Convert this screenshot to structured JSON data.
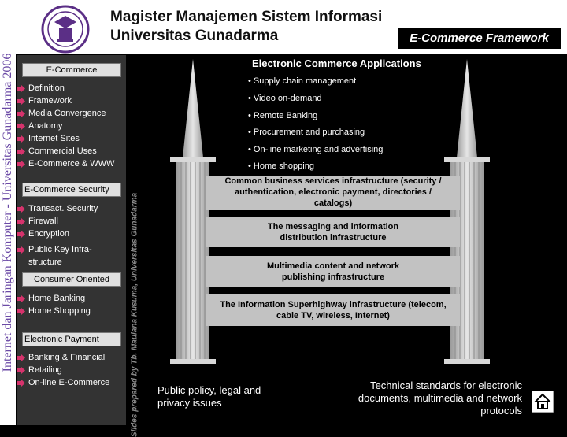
{
  "side_banner": "Internet dan Jaringan Komputer - Universitas Gunadarma 2006",
  "header": {
    "title_line1": "Magister Manajemen Sistem Informasi",
    "title_line2": "Universitas Gunadarma",
    "tag": "E-Commerce Framework"
  },
  "left_nav": {
    "section1": "E-Commerce",
    "items1": [
      "Definition",
      "Framework",
      "Media Convergence",
      "Anatomy",
      "Internet Sites",
      "Commercial Uses",
      "E-Commerce & WWW"
    ],
    "section2": "E-Commerce Security",
    "items2": [
      "Transact. Security",
      "Firewall",
      "Encryption",
      "Public Key Infra-",
      "structure"
    ],
    "section3": "Consumer Oriented",
    "items3": [
      "Home Banking",
      "Home Shopping"
    ],
    "section4": "Electronic Payment",
    "items4": [
      "Banking & Financial",
      "Retailing",
      "On-line E-Commerce"
    ]
  },
  "credit": "Slides prepared by Tb. Maulana Kusuma, Universitas Gunadarma",
  "diagram": {
    "app_title": "Electronic Commerce Applications",
    "applications": [
      "• Supply chain management",
      "• Video on-demand",
      "• Remote Banking",
      "• Procurement and purchasing",
      "• On-line marketing and advertising",
      "• Home shopping"
    ],
    "band1": "Common business services infrastructure (security / authentication, electronic payment, directories / catalogs)",
    "band2": "The messaging and information distribution infrastructure",
    "band3": "Multimedia content and network publishing infrastructure",
    "band4": "The Information Superhighway infrastructure (telecom, cable TV, wireless, Internet)",
    "left_pillar": "Public policy, legal and privacy issues",
    "right_pillar": "Technical standards for electronic documents, multimedia and network protocols"
  },
  "colors": {
    "band": "#c2c2c2",
    "arrow": "#d6336c",
    "banner_text": "#6b4aa6"
  },
  "icons": [
    "university-logo",
    "arrow-right-icon",
    "home-icon"
  ]
}
